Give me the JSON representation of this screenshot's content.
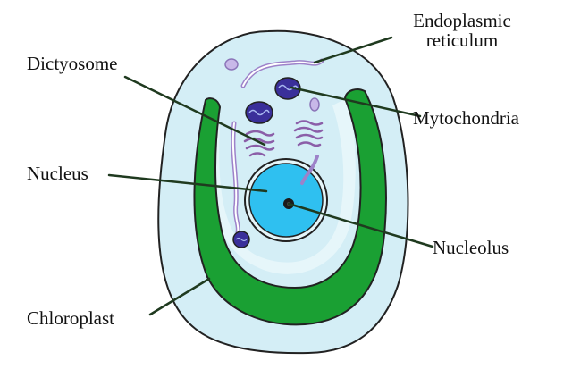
{
  "labels": {
    "endoplasmic_reticulum": "Endoplasmic\nreticulum",
    "dictyosome": "Dictyosome",
    "mytochondria": "Mytochondria",
    "nucleus": "Nucleus",
    "nucleolus": "Nucleolus",
    "chloroplast": "Chloroplast"
  },
  "colors": {
    "cytoplasm": "#d4eef6",
    "chloroplast": "#1aa033",
    "nucleus": "#2fc0f0",
    "nucleolus": "#1b1b1b",
    "mitochondria": "#3a2f9a",
    "vacuole_outline": "#9d82c9",
    "membrane": "#222222",
    "leader": "#1f3a1f"
  }
}
